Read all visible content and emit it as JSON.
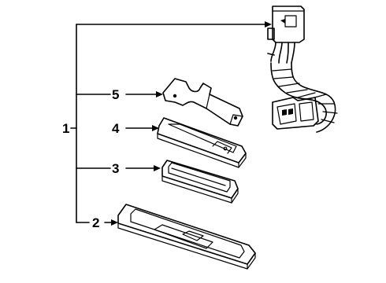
{
  "callouts": {
    "assembly": "1",
    "lens_cover": "2",
    "lamp_housing": "3",
    "bezel": "4",
    "bracket": "5"
  }
}
